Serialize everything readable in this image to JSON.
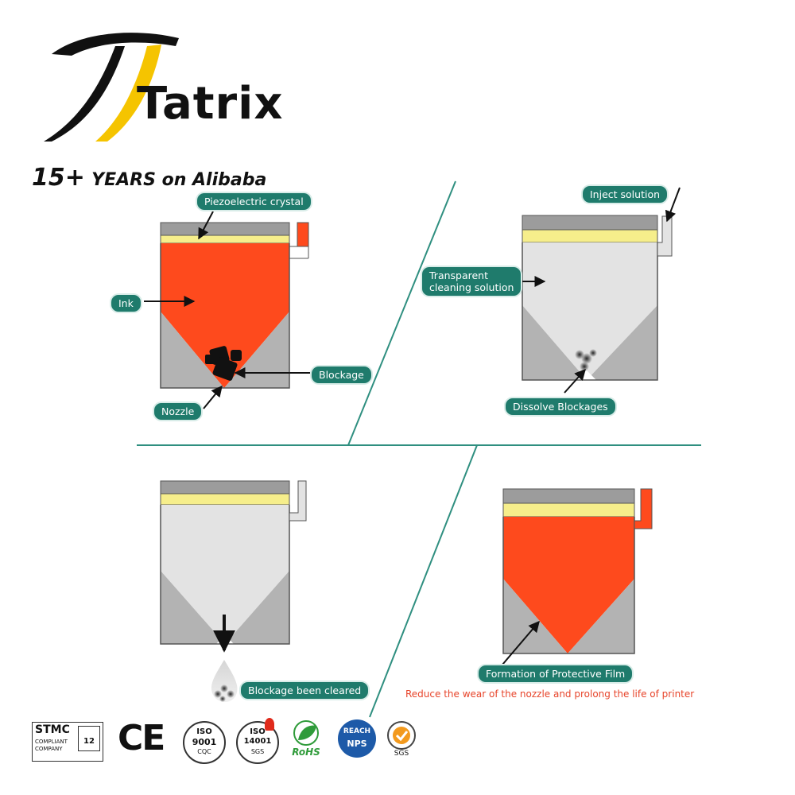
{
  "brand": {
    "name": "Tatrix",
    "years_number": "15+",
    "years_text": "YEARS on Alibaba"
  },
  "colors": {
    "ink": "#fe4a1d",
    "crystal": "#f6ee8b",
    "head_gray": "#9c9c9c",
    "wall_gray": "#b3b3b3",
    "solution": "#e3e3e3",
    "label_bg": "#1f7b6c",
    "divider": "#2f8f80",
    "logo_yellow": "#f5c400"
  },
  "panels": {
    "p1": {
      "crystal_label": "Piezoelectric crystal",
      "ink_label": "Ink",
      "blockage_label": "Blockage",
      "nozzle_label": "Nozzle"
    },
    "p2": {
      "inject_label": "Inject solution",
      "solution_label_line1": "Transparent",
      "solution_label_line2": "cleaning solution",
      "dissolve_label": "Dissolve Blockages"
    },
    "p3": {
      "cleared_label": "Blockage been cleared"
    },
    "p4": {
      "film_label": "Formation of Protective Film",
      "note": "Reduce the wear of the nozzle and prolong the life of printer"
    }
  },
  "certifications": [
    {
      "name": "STMC",
      "line2": "COMPLIANT",
      "line3": "COMPANY",
      "badge": "12"
    },
    {
      "name": "CE"
    },
    {
      "name": "ISO",
      "number": "9001",
      "sub": "CQC"
    },
    {
      "name": "ISO",
      "number": "14001",
      "sub": "SGS"
    },
    {
      "name": "RoHS"
    },
    {
      "name": "REACH",
      "sub": "NPS"
    },
    {
      "name": "SGS"
    }
  ]
}
